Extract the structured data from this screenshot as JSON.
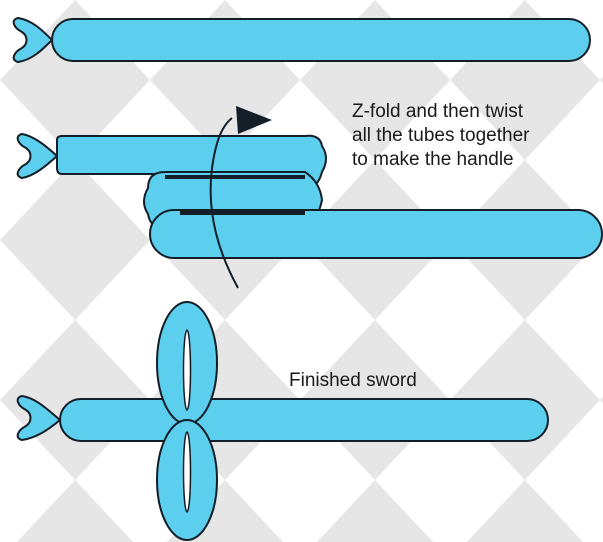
{
  "colors": {
    "balloon_fill": "#5ccfee",
    "balloon_stroke": "#141e28",
    "background": "#ffffff",
    "pattern": "#e4e4e4",
    "text": "#1a1a1a"
  },
  "step_caption": {
    "line1": "Z-fold and then twist",
    "line2": "all the tubes together",
    "line3": "to make the handle"
  },
  "final_caption": "Finished sword",
  "icons": [
    "balloon-knot-icon",
    "twist-arrow-icon"
  ]
}
